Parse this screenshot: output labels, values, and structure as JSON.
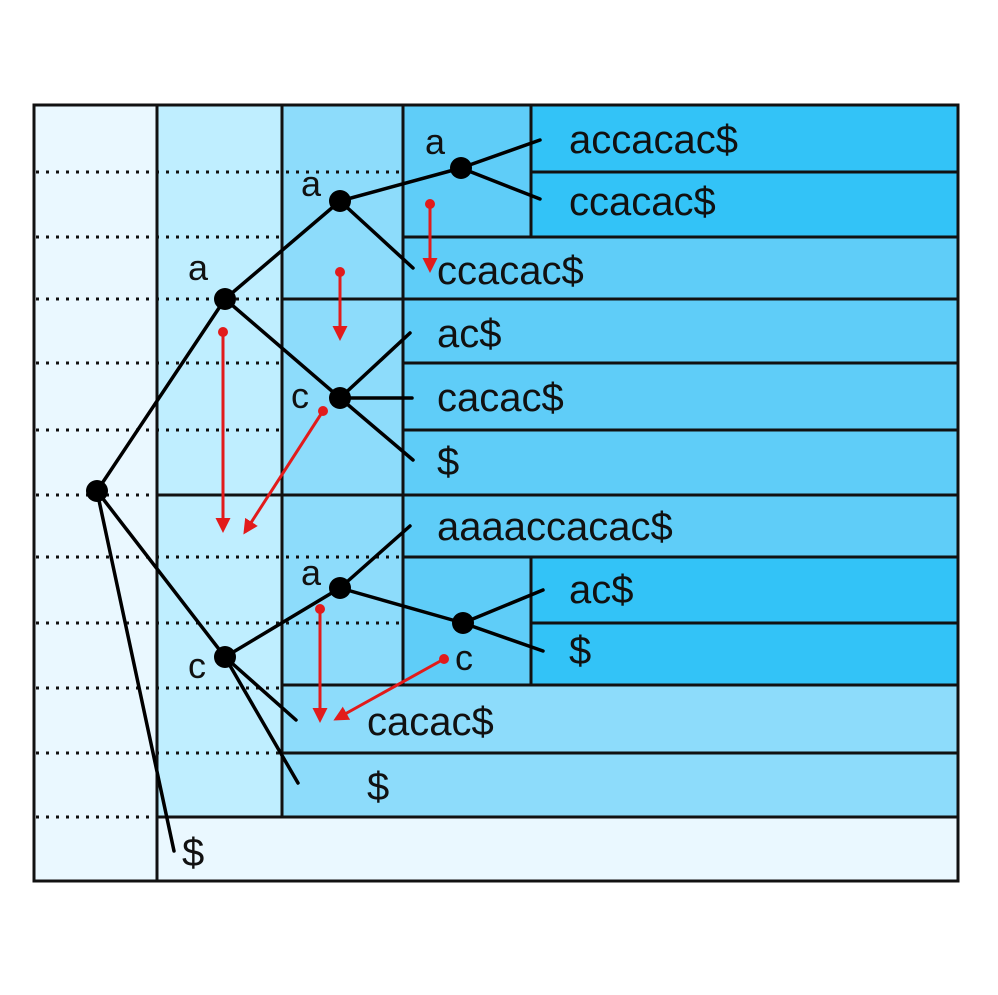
{
  "colors": {
    "level0": "#eaf8ff",
    "level1": "#bfeeff",
    "level2": "#8ddcfb",
    "level3": "#5fcdf8",
    "level4": "#33c3f7",
    "border": "#111111",
    "tree": "#000000",
    "arrow": "#e21b1b",
    "dotted": "#111111"
  },
  "edge_labels": {
    "root_to_a": "a",
    "a_to_aa": "a",
    "aa_to_aaa": "a",
    "a_to_ac": "c",
    "root_to_c": "c",
    "c_to_ca": "a",
    "ca_to_cac": "c"
  },
  "suffixes": [
    "accacac$",
    "ccacac$",
    "ccacac$",
    "ac$",
    "cacac$",
    "$",
    "aaaaccacac$",
    "ac$",
    "$",
    "cacac$",
    "$",
    "$"
  ]
}
